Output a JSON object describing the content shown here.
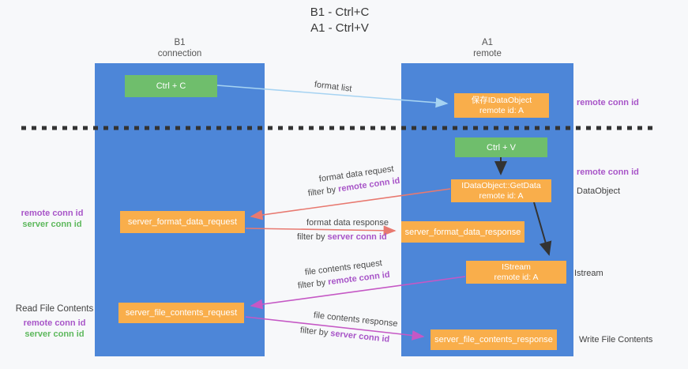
{
  "title": {
    "line1": "B1 - Ctrl+C",
    "line2": "A1 - Ctrl+V"
  },
  "columns": {
    "left": {
      "name": "B1",
      "subtitle": "connection"
    },
    "right": {
      "name": "A1",
      "subtitle": "remote"
    }
  },
  "nodes": {
    "ctrl_c": {
      "label": "Ctrl + C"
    },
    "ctrl_v": {
      "label": "Ctrl + V"
    },
    "save_dataobject": {
      "line1": "保存IDataObject",
      "line2": "remote id: A"
    },
    "idataobject_getdata": {
      "line1": "IDataObject::GetData",
      "line2": "remote id: A"
    },
    "istream": {
      "line1": "IStream",
      "line2": "remote id: A"
    },
    "server_format_data_request": {
      "label": "server_format_data_request"
    },
    "server_format_data_response": {
      "label": "server_format_data_response"
    },
    "server_file_contents_request": {
      "label": "server_file_contents_request"
    },
    "server_file_contents_response": {
      "label": "server_file_contents_response"
    }
  },
  "annotations": {
    "format_list": "format list",
    "filter_by": "filter by",
    "remote_conn_id": "remote conn id",
    "server_conn_id": "server conn id",
    "format_data_request": "format data request",
    "format_data_response": "format data response",
    "file_contents_request": "file contents request",
    "file_contents_response": "file contents response"
  },
  "left_labels": {
    "remote_conn_id": "remote conn id",
    "server_conn_id": "server conn id",
    "read_file_contents": "Read File Contents",
    "remote_conn_id_2": "remote conn id",
    "server_conn_id_2": "server conn id"
  },
  "right_labels": {
    "remote_conn_id_top": "remote conn id",
    "remote_conn_id_mid": "remote conn id",
    "dataobject": "DataObject",
    "istream": "Istream",
    "write_file_contents": "Write File Contents"
  },
  "colors": {
    "panel_blue": "#4d86d8",
    "box_green": "#6fbe6c",
    "box_orange": "#f9ae4b",
    "arrow_light_blue": "#a6d3f2",
    "arrow_salmon": "#e87970",
    "arrow_magenta": "#c558c5",
    "arrow_black": "#333333",
    "text_purple": "#a855c8",
    "text_green": "#5db85c",
    "text_dark": "#404040",
    "background": "#f7f8fa"
  }
}
